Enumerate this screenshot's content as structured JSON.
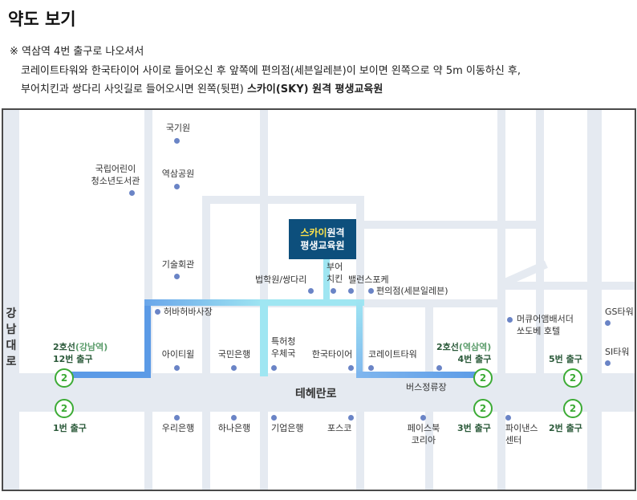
{
  "title": "약도 보기",
  "directions": {
    "mark": "※",
    "head": "역삼역 4번 출구로 나오셔서",
    "line1": "코레이트타워와 한국타이어 사이로 들어오신 후 앞쪽에 편의점(세븐일레븐)이 보이면 왼쪽으로 약 5m 이동하신 후,",
    "line2_pre": "부어치킨과 쌍다리 사잇길로 들어오시면 왼쪽(뒷편) ",
    "line2_bold": "스카이(SKY) 원격 평생교육원"
  },
  "map": {
    "main_road": "테헤란로",
    "side_road": [
      "강",
      "남",
      "대",
      "로"
    ],
    "destination": {
      "highlight": "스카이",
      "line1_rest": "원격",
      "line2": "평생교육원"
    },
    "landmarks": {
      "national_court": "국기원",
      "children_library": [
        "국립어린이",
        "청소년도서관"
      ],
      "yeoksam_park": "역삼공원",
      "tech_hall": "기술회관",
      "beophakwon": "법학원/쌍다리",
      "buer_chicken": [
        "부어",
        "치킨"
      ],
      "balance": "밸런스포케",
      "convenience": "편의점(세븐일레븐)",
      "heobaheoba": "허바허바사장",
      "mercure": [
        "머큐어앰배서더",
        "쏘도베 호텔"
      ],
      "gs_tower": "GS타워",
      "si_tower": "SI타워",
      "patent_office": [
        "특허청",
        "우체국"
      ],
      "itwill": "아이티윌",
      "kookmin_bank": "국민은행",
      "hankook_tire": "한국타이어",
      "korea_tower": "코레이트타워",
      "bus_stop": "버스정류장",
      "woori_bank": "우리은행",
      "hana_bank": "하나은행",
      "ibk_bank": "기업은행",
      "posco": "포스코",
      "facebook": [
        "페이스북",
        "코리아"
      ],
      "finance_center": [
        "파이낸스",
        "센터"
      ]
    },
    "exits": {
      "gangnam_line": "2호선",
      "gangnam_station": "(강남역)",
      "gangnam_12": "12번 출구",
      "gangnam_1": "1번 출구",
      "yeoksam_line": "2호선",
      "yeoksam_station": "(역삼역)",
      "yeoksam_4": "4번 출구",
      "yeoksam_3": "3번 출구",
      "yeoksam_5": "5번 출구",
      "yeoksam_2": "2번 출구",
      "exit_icon_label": "2"
    }
  },
  "colors": {
    "route_blue": "#5b9ae6",
    "route_cyan": "#9fe6f2",
    "exit_green": "#3cab35",
    "destination_bg": "#0d4f7c",
    "destination_highlight": "#ffe44b"
  }
}
